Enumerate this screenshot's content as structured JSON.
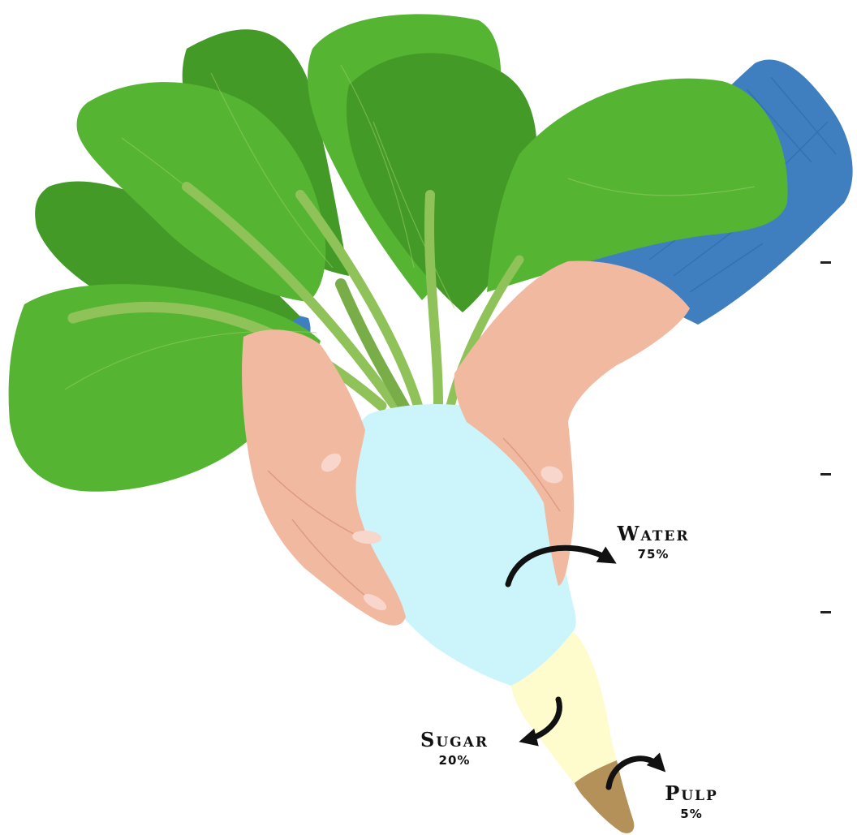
{
  "labels": {
    "water": {
      "name": "Water",
      "percent": "75%"
    },
    "sugar": {
      "name": "Sugar",
      "percent": "20%"
    },
    "pulp": {
      "name": "Pulp",
      "percent": "5%"
    }
  },
  "composition": [
    {
      "component": "Water",
      "percent": 75
    },
    {
      "component": "Sugar",
      "percent": 20
    },
    {
      "component": "Pulp",
      "percent": 5
    }
  ],
  "colors": {
    "leaf_light": "#55b533",
    "leaf_dark": "#449a27",
    "stem": "#8fc35a",
    "sleeve": "#3f7fc0",
    "skin": "#f0b9a0",
    "water_region": "#ccf4fb",
    "sugar_region": "#fefccc",
    "pulp_region": "#b39159",
    "arrow": "#111111"
  },
  "icons": [
    "curved-arrow-icon"
  ]
}
